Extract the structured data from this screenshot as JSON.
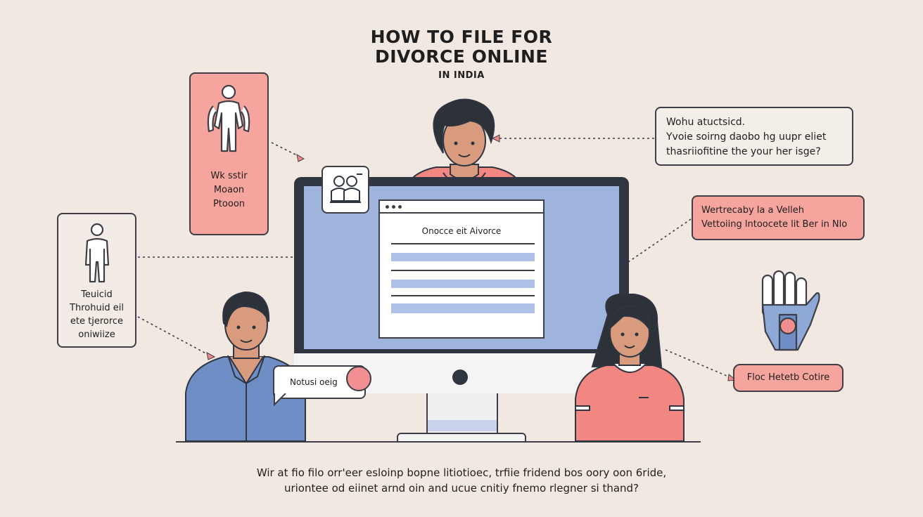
{
  "header": {
    "title_line1": "HOW TO FILE FOR",
    "title_line2": "DIVORCE ONLINE",
    "subtitle": "IN INDIA"
  },
  "cards": {
    "top_left": {
      "lines": [
        "Wk sstir",
        "Moaon",
        "Ptooon"
      ]
    },
    "mid_left": {
      "lines": [
        "Teuicid",
        "Throhuid eil",
        "ete tjerorce",
        "oniwiize"
      ]
    }
  },
  "bubbles": {
    "top_right": {
      "lines": [
        "Wohu atuctsicd.",
        "Yvoie soirng daobo hg uupr eliet",
        "thasriiofitine the your her isge?"
      ]
    },
    "mid_right": {
      "lines": [
        "Wertrecaby la a Velleh",
        "Vettoiing lntoocete lit Ber in Nlo"
      ]
    },
    "bottom_right": {
      "text": "Floc Hetetb Cotire"
    }
  },
  "screen": {
    "window_title": "Onocce eit Aivorce"
  },
  "caption_pill": {
    "text": "Notusi oeig"
  },
  "footer": {
    "line1": "Wir at fio filo orr'eer esloinp bopne litiotioec, trfiie fridend bos oory oon 6ride,",
    "line2": "uriontee od eiinet arnd oin and ucue cnitiy fnemo rlegner si thand?"
  },
  "colors": {
    "background": "#f1e8e2",
    "pink": "#f6a59e",
    "blue_screen": "#9fb4dd",
    "dark": "#2f3541",
    "shirt_blue": "#6f8ec6",
    "shirt_pink": "#f28680"
  }
}
